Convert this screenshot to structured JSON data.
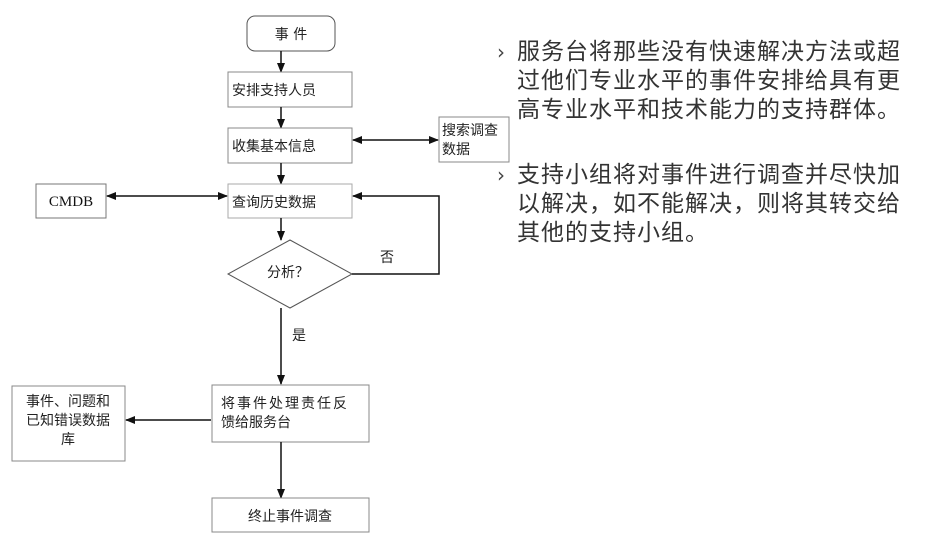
{
  "flowchart": {
    "start": "事 件",
    "assign": "安排支持人员",
    "collect": "收集基本信息",
    "search_data": [
      "搜索调查",
      "数据"
    ],
    "query_history": "查询历史数据",
    "cmdb": "CMDB",
    "decision": "分析？",
    "no_label": "否",
    "yes_label": "是",
    "feedback": [
      "将事件处理责任反",
      "馈给服务台"
    ],
    "database": [
      "事件、问题和",
      "已知错误数据",
      "库"
    ],
    "terminate": "终止事件调查"
  },
  "bullets": [
    {
      "marker": "›",
      "text": "服务台将那些没有快速解决方法或超过他们专业水平的事件安排给具有更高专业水平和技术能力的支持群体。"
    },
    {
      "marker": "›",
      "text": "支持小组将对事件进行调查并尽快加以解决，如不能解决，则将其转交给其他的支持小组。"
    }
  ]
}
